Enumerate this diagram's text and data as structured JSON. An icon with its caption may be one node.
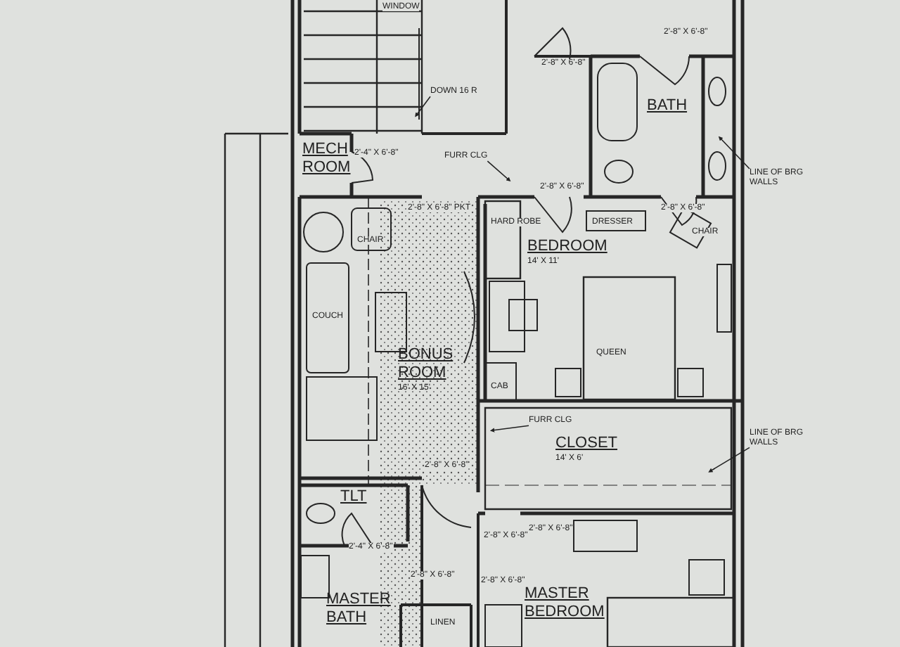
{
  "diagram": {
    "nodes": [
      {
        "text": [
          "MECH ROOM"
        ]
      },
      {
        "text": [
          "BATH"
        ]
      },
      {
        "text": [
          "BEDROOM",
          "14' X 11'"
        ]
      },
      {
        "text": [
          "BONUS ROOM",
          "16' X 15'"
        ]
      },
      {
        "text": [
          "CLOSET",
          "14' X 6'"
        ]
      },
      {
        "text": [
          "TLT"
        ]
      },
      {
        "text": [
          "MASTER BATH"
        ]
      },
      {
        "text": [
          "MASTER BEDROOM"
        ]
      },
      {
        "text": [
          "FURR CLG"
        ]
      },
      {
        "text": [
          "LINE OF BRG WALLS"
        ]
      },
      {
        "text": [
          "FURR CLG"
        ]
      },
      {
        "text": [
          "LINE OF BRG WALLS"
        ]
      },
      {
        "text": [
          "DOWN 16 R"
        ]
      }
    ],
    "edges": [
      {
        "from": 8,
        "to": null,
        "arrow": "to"
      },
      {
        "from": 9,
        "to": 1,
        "arrow": "to"
      },
      {
        "from": 10,
        "to": null,
        "arrow": "to"
      },
      {
        "from": 11,
        "to": null,
        "arrow": "to"
      },
      {
        "from": 12,
        "to": null,
        "arrow": "to"
      }
    ],
    "labels": [
      "WINDOW",
      "2'-8\" X 6'-8\"",
      "2'-8\" X 6'-8\"",
      "2'-4\" X 6'-8\"",
      "2'-8\" X 6'-8\"",
      "2'-8\" X 6'-8\" PKT",
      "2'-8\" X 6'-8\"",
      "CHAIR",
      "HARD ROBE",
      "DRESSER",
      "CHAIR",
      "COUCH",
      "QUEEN",
      "CAB",
      "2'-8\" X 6'-8\"",
      "2'-4\" X 6'-8\"",
      "2'-8\" X 6'-8\"",
      "2'-8\" X 6'-8\"",
      "2'-8\" X 6'-8\"",
      "2'-8\" X 6'-8\"",
      "LINEN"
    ]
  }
}
